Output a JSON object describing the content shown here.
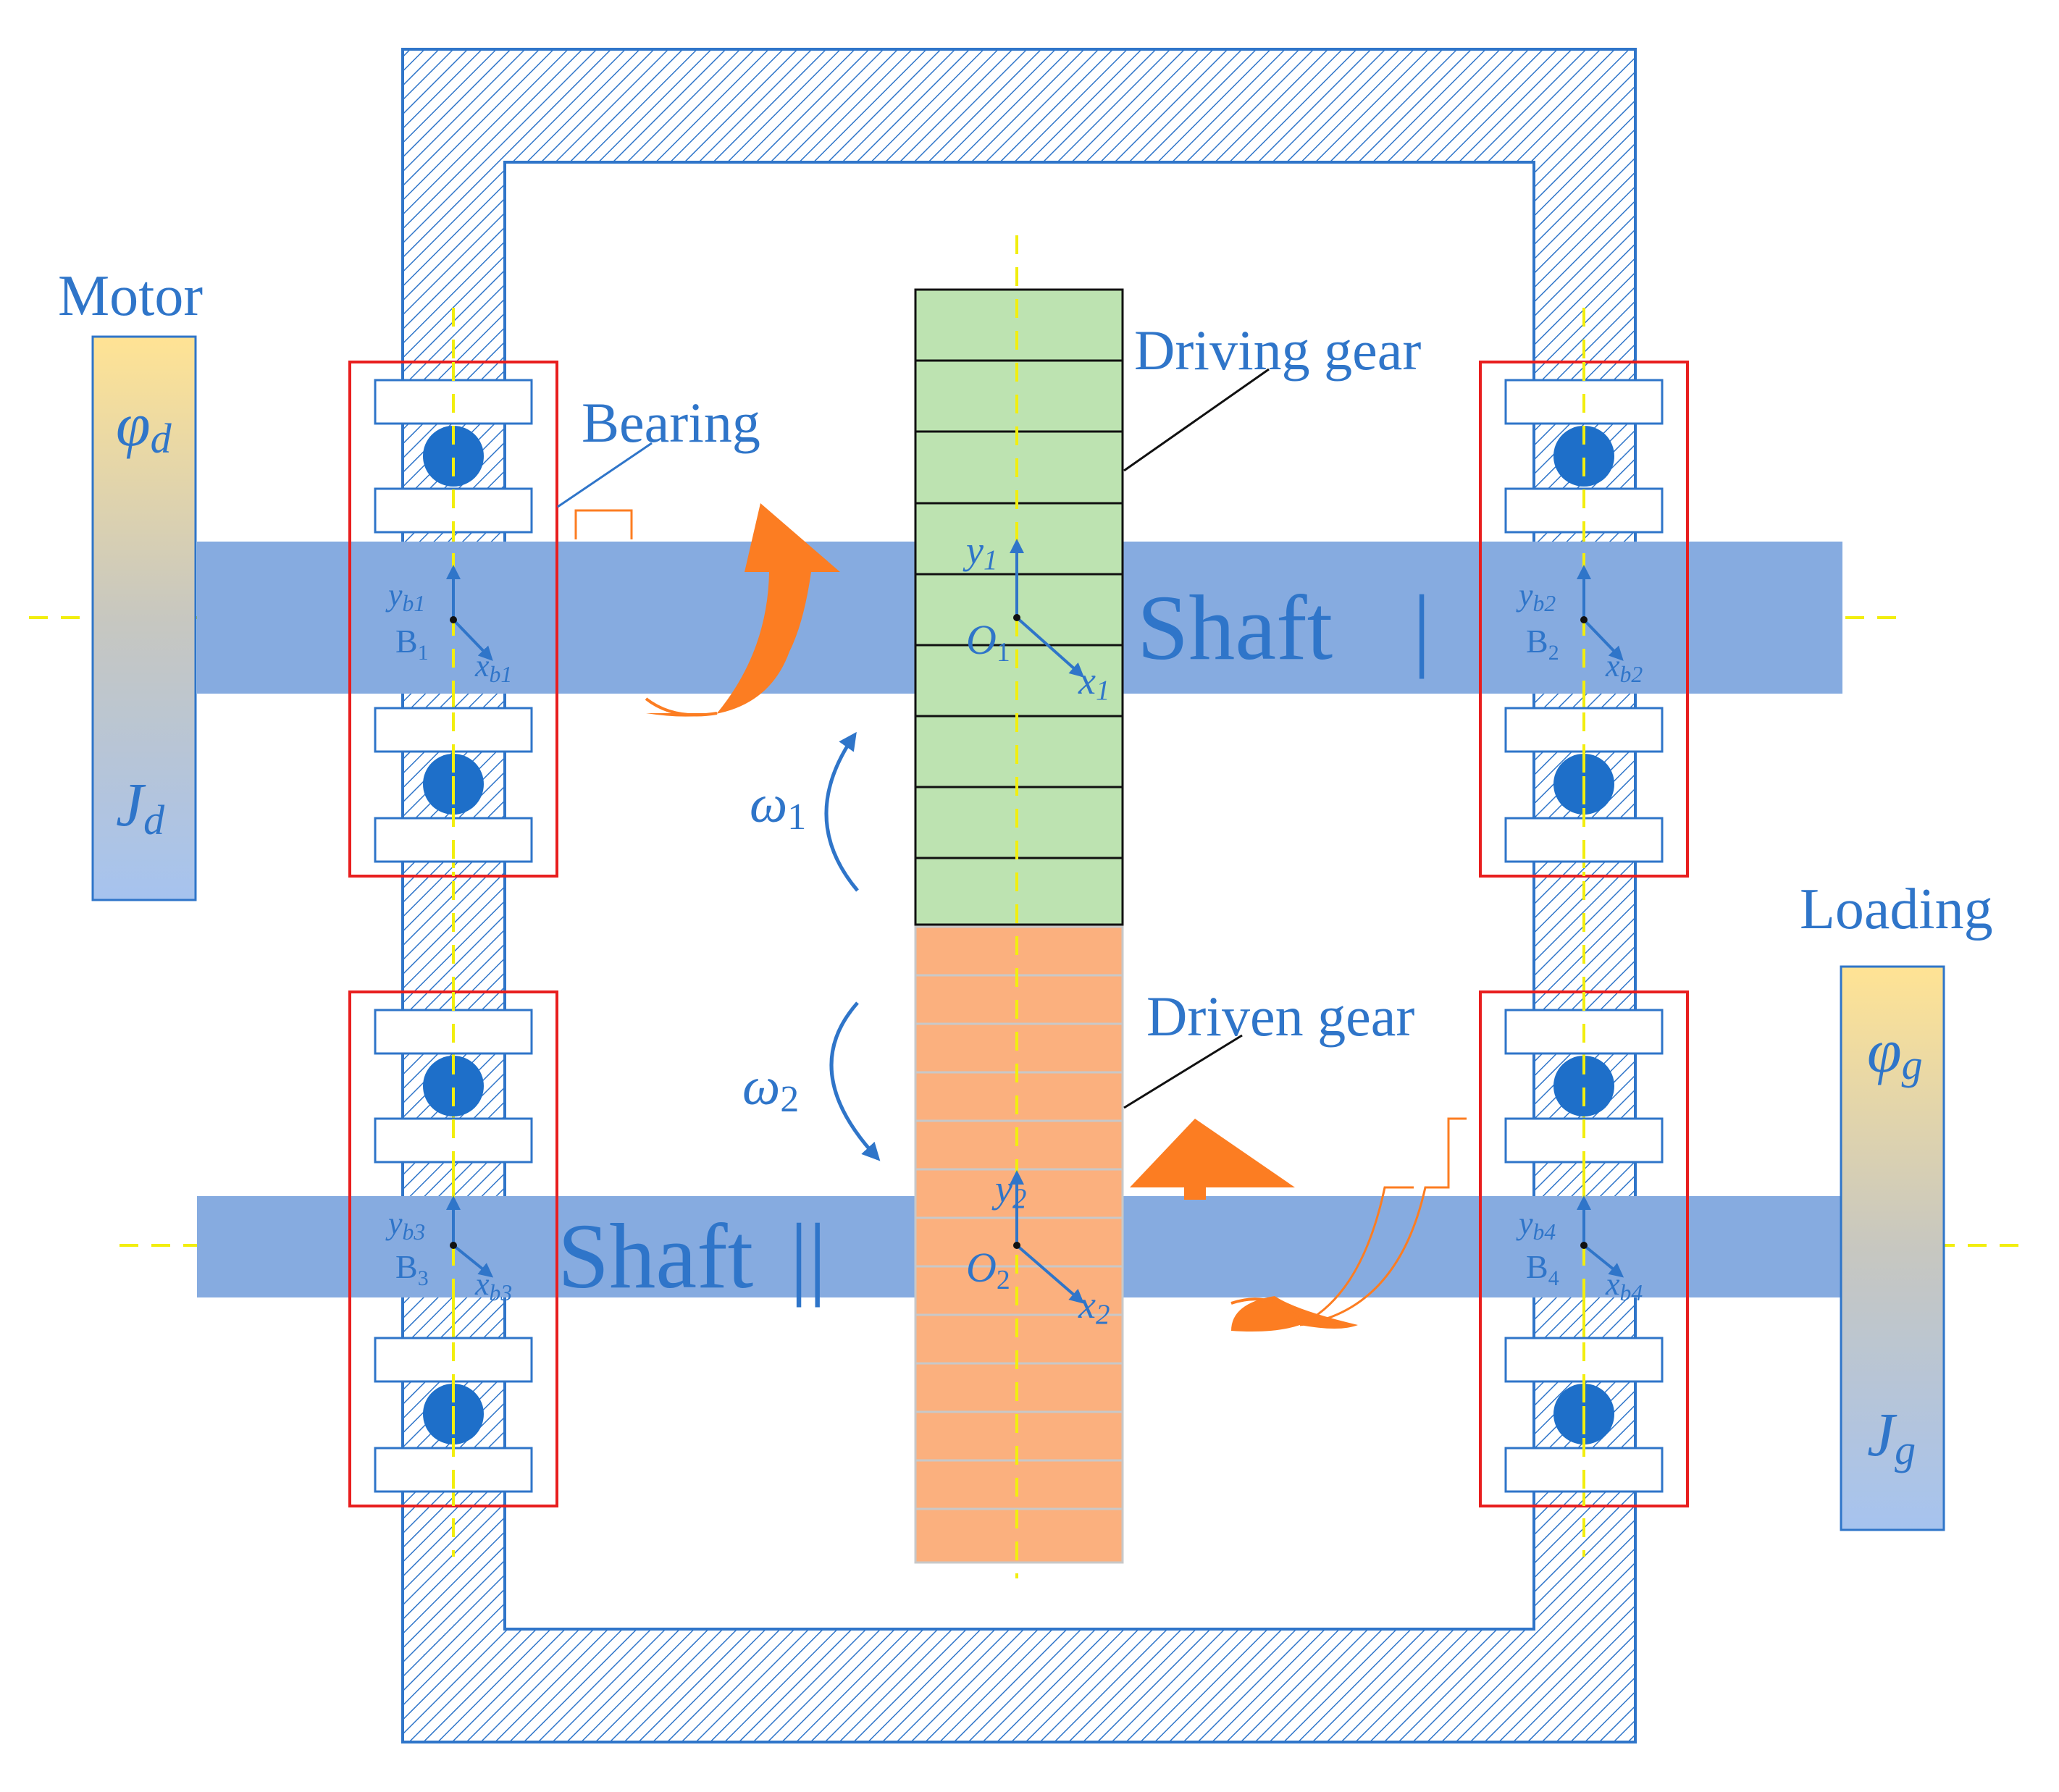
{
  "labels": {
    "motor": "Motor",
    "loading": "Loading",
    "bearing": "Bearing",
    "driving_gear": "Driving gear",
    "driven_gear": "Driven gear",
    "shaft1": "Shaft",
    "shaft1_numeral": "|",
    "shaft2": "Shaft",
    "shaft2_numeral": "||"
  },
  "symbols": {
    "phi_d": "φ",
    "phi_d_sub": "d",
    "J_d": "J",
    "J_d_sub": "d",
    "phi_g": "φ",
    "phi_g_sub": "g",
    "J_g": "J",
    "J_g_sub": "g",
    "omega1": "ω",
    "omega1_sub": "1",
    "omega2": "ω",
    "omega2_sub": "2"
  },
  "axes": {
    "B1": {
      "x": "x",
      "x_sub": "b1",
      "y": "y",
      "y_sub": "b1",
      "o": "B",
      "o_sub": "1"
    },
    "B2": {
      "x": "x",
      "x_sub": "b2",
      "y": "y",
      "y_sub": "b2",
      "o": "B",
      "o_sub": "2"
    },
    "B3": {
      "x": "x",
      "x_sub": "b3",
      "y": "y",
      "y_sub": "b3",
      "o": "B",
      "o_sub": "3"
    },
    "B4": {
      "x": "x",
      "x_sub": "b4",
      "y": "y",
      "y_sub": "b4",
      "o": "B",
      "o_sub": "4"
    },
    "O1": {
      "x": "x",
      "x_sub": "1",
      "y": "y",
      "y_sub": "1",
      "o": "O",
      "o_sub": "1"
    },
    "O2": {
      "x": "x",
      "x_sub": "2",
      "y": "y",
      "y_sub": "2",
      "o": "O",
      "o_sub": "2"
    }
  },
  "colors": {
    "frame_blue": "#2f75c9",
    "shaft_blue": "#86abe0",
    "bearing_red": "#e81e1e",
    "ball_blue": "#1e6fc9",
    "driving_gear_green": "#bde3b1",
    "driven_gear_orange": "#fbb07e",
    "arrow_orange": "#fc7d22",
    "center_yellow": "#f2ee0e"
  }
}
